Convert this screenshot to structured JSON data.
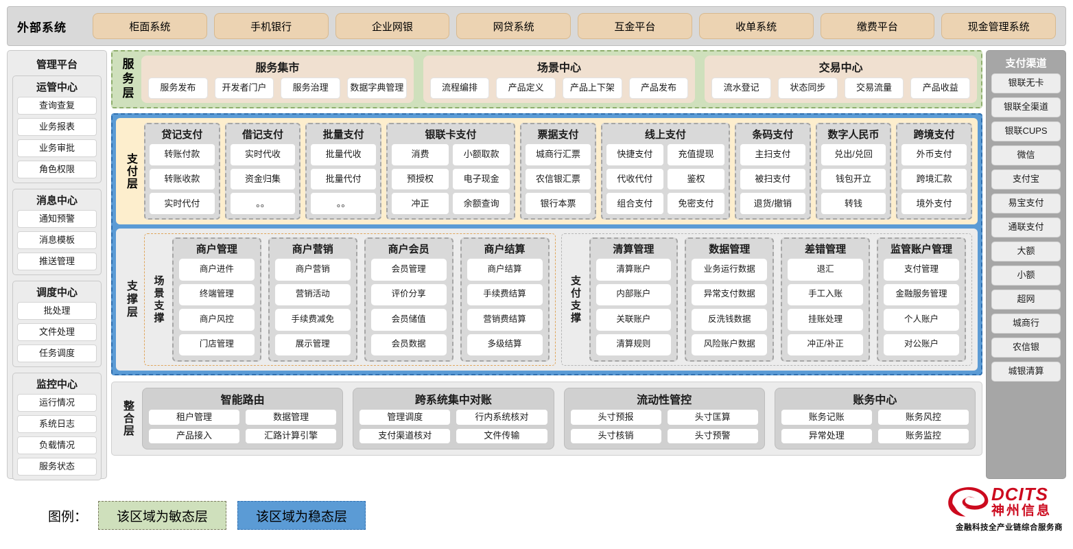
{
  "external": {
    "title": "外部系统",
    "items": [
      "柜面系统",
      "手机银行",
      "企业网银",
      "网贷系统",
      "互金平台",
      "收单系统",
      "缴费平台",
      "现金管理系统"
    ]
  },
  "left_sidebar": {
    "title": "管理平台",
    "groups": [
      {
        "title": "运管中心",
        "items": [
          "查询查复",
          "业务报表",
          "业务审批",
          "角色权限"
        ]
      },
      {
        "title": "消息中心",
        "items": [
          "通知预警",
          "消息模板",
          "推送管理"
        ]
      },
      {
        "title": "调度中心",
        "items": [
          "批处理",
          "文件处理",
          "任务调度"
        ]
      },
      {
        "title": "监控中心",
        "items": [
          "运行情况",
          "系统日志",
          "负载情况",
          "服务状态"
        ]
      }
    ]
  },
  "right_sidebar": {
    "title": "支付渠道",
    "items": [
      "银联无卡",
      "银联全渠道",
      "银联CUPS",
      "微信",
      "支付宝",
      "易宝支付",
      "通联支付",
      "大额",
      "小额",
      "超网",
      "城商行",
      "农信银",
      "城银清算"
    ]
  },
  "service_layer": {
    "label": "服务层",
    "groups": [
      {
        "title": "服务集市",
        "items": [
          "服务发布",
          "开发者门户",
          "服务治理",
          "数据字典管理"
        ]
      },
      {
        "title": "场景中心",
        "items": [
          "流程编排",
          "产品定义",
          "产品上下架",
          "产品发布"
        ]
      },
      {
        "title": "交易中心",
        "items": [
          "流水登记",
          "状态同步",
          "交易流量",
          "产品收益"
        ]
      }
    ]
  },
  "payment_layer": {
    "label": "支付层",
    "groups": [
      {
        "title": "贷记支付",
        "cols": 1,
        "rows": [
          [
            "转账付款"
          ],
          [
            "转账收款"
          ],
          [
            "实时代付"
          ]
        ]
      },
      {
        "title": "借记支付",
        "cols": 1,
        "rows": [
          [
            "实时代收"
          ],
          [
            "资金归集"
          ],
          [
            "。。"
          ]
        ]
      },
      {
        "title": "批量支付",
        "cols": 1,
        "rows": [
          [
            "批量代收"
          ],
          [
            "批量代付"
          ],
          [
            "。。"
          ]
        ]
      },
      {
        "title": "银联卡支付",
        "cols": 2,
        "rows": [
          [
            "消费",
            "小额取款"
          ],
          [
            "预授权",
            "电子现金"
          ],
          [
            "冲正",
            "余额查询"
          ]
        ]
      },
      {
        "title": "票据支付",
        "cols": 1,
        "rows": [
          [
            "城商行汇票"
          ],
          [
            "农信银汇票"
          ],
          [
            "银行本票"
          ]
        ]
      },
      {
        "title": "线上支付",
        "cols": 2,
        "rows": [
          [
            "快捷支付",
            "充值提现"
          ],
          [
            "代收代付",
            "鉴权"
          ],
          [
            "组合支付",
            "免密支付"
          ]
        ]
      },
      {
        "title": "条码支付",
        "cols": 1,
        "rows": [
          [
            "主扫支付"
          ],
          [
            "被扫支付"
          ],
          [
            "退货/撤销"
          ]
        ]
      },
      {
        "title": "数字人民币",
        "cols": 1,
        "rows": [
          [
            "兑出/兑回"
          ],
          [
            "钱包开立"
          ],
          [
            "转钱"
          ]
        ]
      },
      {
        "title": "跨境支付",
        "cols": 1,
        "rows": [
          [
            "外币支付"
          ],
          [
            "跨境汇款"
          ],
          [
            "境外支付"
          ]
        ]
      }
    ]
  },
  "support_layer": {
    "label": "支撑层",
    "panels": [
      {
        "label": "场景支撑",
        "groups": [
          {
            "title": "商户管理",
            "items": [
              "商户进件",
              "终端管理",
              "商户风控",
              "门店管理"
            ]
          },
          {
            "title": "商户营销",
            "items": [
              "商户营销",
              "营销活动",
              "手续费减免",
              "展示管理"
            ]
          },
          {
            "title": "商户会员",
            "items": [
              "会员管理",
              "评价分享",
              "会员储值",
              "会员数据"
            ]
          },
          {
            "title": "商户结算",
            "items": [
              "商户结算",
              "手续费结算",
              "营销费结算",
              "多级结算"
            ]
          }
        ]
      },
      {
        "label": "支付支撑",
        "groups": [
          {
            "title": "清算管理",
            "items": [
              "清算账户",
              "内部账户",
              "关联账户",
              "清算规则"
            ]
          },
          {
            "title": "数据管理",
            "items": [
              "业务运行数据",
              "异常支付数据",
              "反洗钱数据",
              "风险账户数据"
            ]
          },
          {
            "title": "差错管理",
            "items": [
              "退汇",
              "手工入账",
              "挂账处理",
              "冲正/补正"
            ]
          },
          {
            "title": "监管账户管理",
            "items": [
              "支付管理",
              "金融服务管理",
              "个人账户",
              "对公账户"
            ]
          }
        ]
      }
    ]
  },
  "integration_layer": {
    "label": "整合层",
    "groups": [
      {
        "title": "智能路由",
        "rows": [
          [
            "租户管理",
            "数据管理"
          ],
          [
            "产品接入",
            "汇路计算引擎"
          ]
        ]
      },
      {
        "title": "跨系统集中对账",
        "rows": [
          [
            "管理调度",
            "行内系统核对"
          ],
          [
            "支付渠道核对",
            "文件传输"
          ]
        ]
      },
      {
        "title": "流动性管控",
        "rows": [
          [
            "头寸预报",
            "头寸匡算"
          ],
          [
            "头寸核销",
            "头寸预警"
          ]
        ]
      },
      {
        "title": "账务中心",
        "rows": [
          [
            "账务记账",
            "账务风控"
          ],
          [
            "异常处理",
            "账务监控"
          ]
        ]
      }
    ]
  },
  "legend": {
    "label": "图例：",
    "agile": "该区域为敏态层",
    "stable": "该区域为稳态层",
    "agile_color": "#cfe0bc",
    "stable_color": "#5b9bd5"
  },
  "logo": {
    "en": "DCITS",
    "cn": "神州信息",
    "tagline": "金融科技全产业链综合服务商",
    "color": "#cc0a1e"
  }
}
